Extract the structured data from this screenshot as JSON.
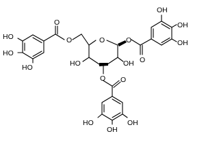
{
  "structure": {
    "atom_labels": {
      "ester_o_left": "O",
      "carbonyl_o_left": "O",
      "ring_o": "O",
      "anomeric_o": "O",
      "carbonyl_o_right": "O",
      "ester_o_bottom": "O",
      "carbonyl_o_bottom": "O",
      "ho_left_top": "HO",
      "ho_left_mid": "HO",
      "ho_left_bot": "HO",
      "oh_right_top": "OH",
      "oh_right_mid": "OH",
      "oh_right_bot": "OH",
      "ho_ring": "HO",
      "oh_ring": "OH",
      "ho_bottom_left": "HO",
      "oh_bottom_mid": "OH",
      "oh_bottom_right": "OH"
    }
  }
}
